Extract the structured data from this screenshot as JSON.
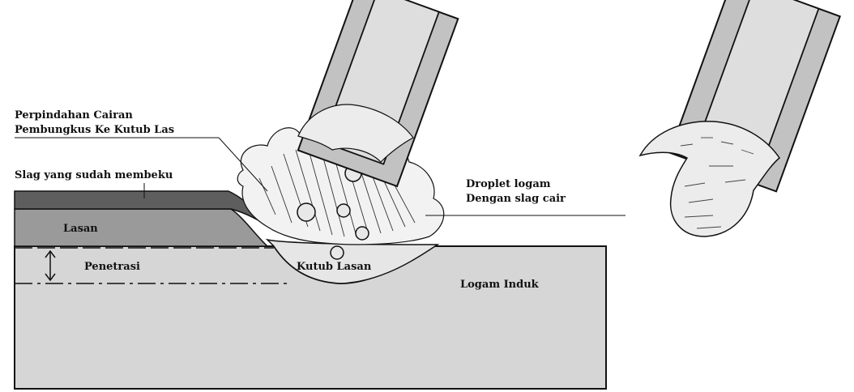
{
  "labels": {
    "transfer_line1": "Perpindahan Cairan",
    "transfer_line2": "Pembungkus Ke Kutub Las",
    "slag_solid": "Slag yang sudah membeku",
    "droplet_line1": "Droplet logam",
    "droplet_line2": "Dengan slag cair",
    "weld": "Lasan",
    "penetration": "Penetrasi",
    "weld_pool": "Kutub Lasan",
    "base_metal": "Logam Induk"
  },
  "colors": {
    "base_metal": "#d6d6d6",
    "weld_metal": "#9a9a9a",
    "slag": "#5e5e5e",
    "pool": "#e6e6e6",
    "electrode_flux": "#c2c2c2",
    "electrode_core": "#dedede",
    "outline": "#111111"
  }
}
